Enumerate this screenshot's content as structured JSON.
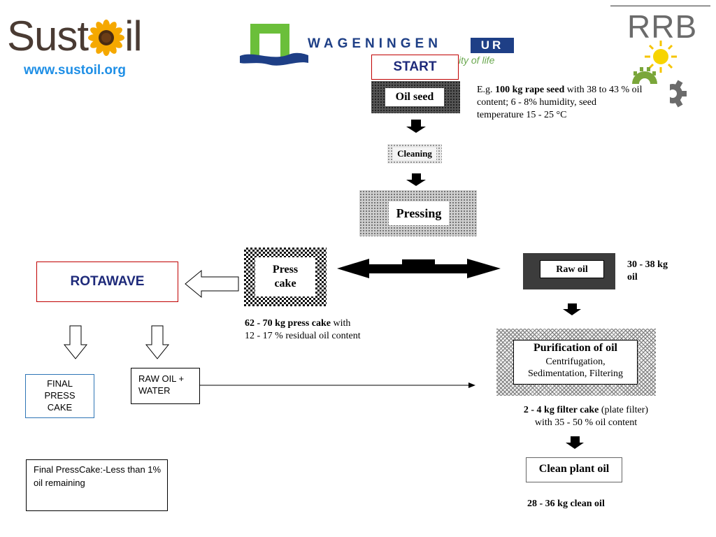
{
  "logos": {
    "sustoil_left": "Sust",
    "sustoil_right": "il",
    "sustoil_url": "www.sustoil.org",
    "wur_name": "WAGENINGEN",
    "wur_ur": "UR",
    "wur_tagline": "ity of life",
    "rrb": "RRB"
  },
  "flow": {
    "start": "START",
    "oil_seed": "Oil seed",
    "oil_seed_note": {
      "prefix": "E.g. ",
      "bold": "100 kg rape seed",
      "rest1": " with 38 to 43 % oil",
      "line2": "content; 6 - 8% humidity, seed",
      "line3": "temperature 15 - 25 °C"
    },
    "cleaning": "Cleaning",
    "pressing": "Pressing",
    "press_cake_line1": "Press",
    "press_cake_line2": "cake",
    "press_cake_note": {
      "bold": "62 - 70 kg press cake",
      "rest1": " with",
      "line2": "12 - 17 % residual oil content"
    },
    "raw_oil": "Raw oil",
    "raw_oil_amount_line1": "30 - 38 kg",
    "raw_oil_amount_line2": "oil",
    "purification_title": "Purification of oil",
    "purification_line1": "Centrifugation,",
    "purification_line2": "Sedimentation, Filtering",
    "filter_note": {
      "bold": "2 - 4 kg filter cake",
      "rest1": " (plate filter)",
      "line2": "with 35 - 50 % oil content"
    },
    "clean_plant_oil": "Clean plant oil",
    "clean_oil_amount": "28 - 36 kg clean oil"
  },
  "left": {
    "rotawave": "ROTAWAVE",
    "final_line1": "FINAL",
    "final_line2": "PRESS",
    "final_line3": "CAKE",
    "raw_oil_water_line1": "RAW  OIL +",
    "raw_oil_water_line2": "WATER",
    "final_note": "Final PressCake:-Less than 1% oil remaining"
  }
}
